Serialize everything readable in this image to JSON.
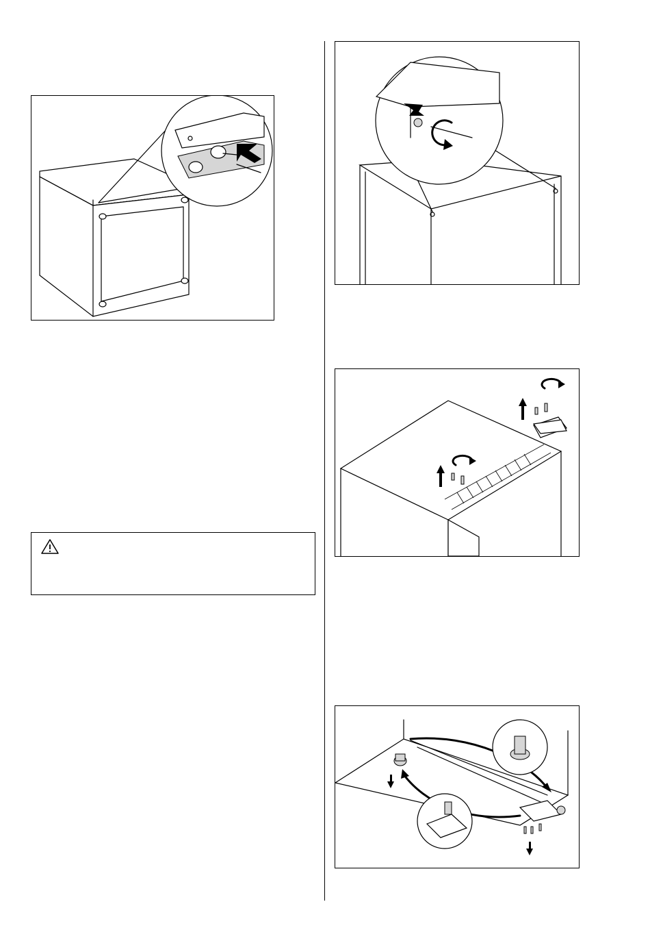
{
  "page": {
    "figures": [
      {
        "id": "fig-1",
        "icon": "door-hinge-cover-figure"
      },
      {
        "id": "fig-2",
        "icon": "top-cover-screw-figure"
      },
      {
        "id": "fig-3",
        "icon": "top-hinge-removal-figure"
      },
      {
        "id": "fig-4",
        "icon": "bottom-hinge-swap-figure"
      }
    ],
    "warning": {
      "icon": "warning-triangle-icon",
      "text": ""
    }
  }
}
